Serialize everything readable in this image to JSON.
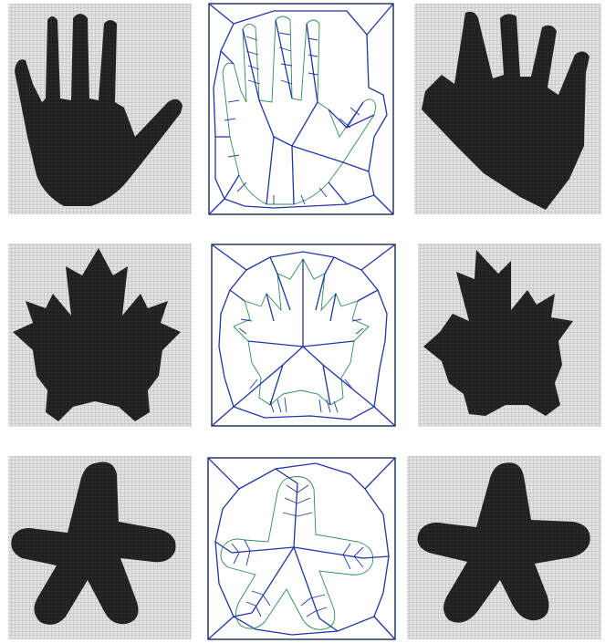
{
  "figure": {
    "rows": [
      {
        "subject": "hand",
        "panels": [
          {
            "kind": "binary-shape",
            "variant": "original"
          },
          {
            "kind": "skeleton-diagram",
            "variant": "overlay"
          },
          {
            "kind": "binary-shape",
            "variant": "rotated"
          }
        ]
      },
      {
        "subject": "maple-leaf",
        "panels": [
          {
            "kind": "binary-shape",
            "variant": "original"
          },
          {
            "kind": "skeleton-diagram",
            "variant": "overlay"
          },
          {
            "kind": "binary-shape",
            "variant": "rotated"
          }
        ]
      },
      {
        "subject": "starfish",
        "panels": [
          {
            "kind": "binary-shape",
            "variant": "original"
          },
          {
            "kind": "skeleton-diagram",
            "variant": "overlay"
          },
          {
            "kind": "binary-shape",
            "variant": "rotated"
          }
        ]
      }
    ],
    "colors": {
      "background": "#ffffff",
      "grid_fill": "#e2e2e2",
      "grid_line": "#b9b9b9",
      "shape_fill": "#1f1f1f",
      "diagram_line": "#1f35a8",
      "diagram_inner": "#2e8b57",
      "frame": "#1a2a5a"
    }
  }
}
